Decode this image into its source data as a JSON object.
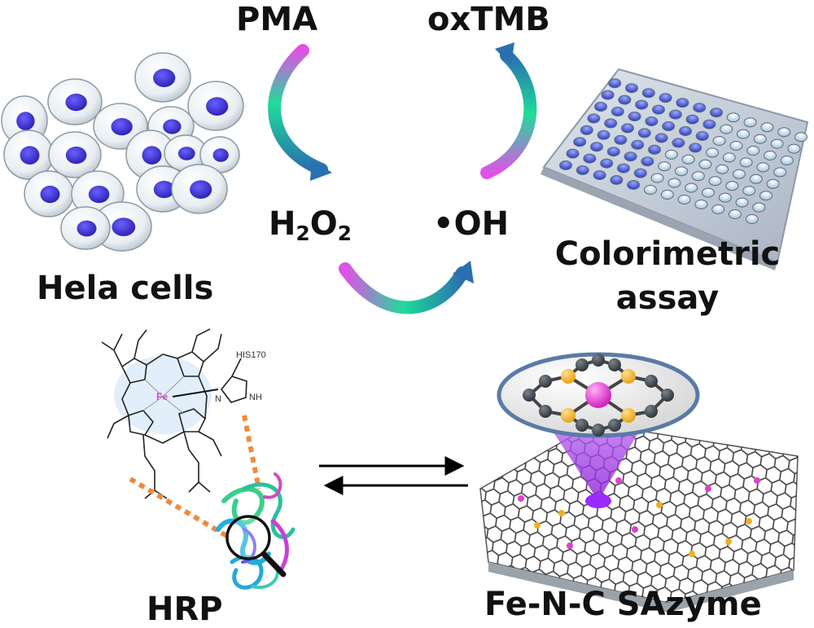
{
  "labels": {
    "pma": "PMA",
    "oxtmb": "oxTMB",
    "h2o2_main": "H",
    "h2o2_sub1": "2",
    "h2o2_mid": "O",
    "h2o2_sub2": "2",
    "oh_radical": "•OH",
    "hela_cells": "Hela cells",
    "colorimetric_line1": "Colorimetric",
    "colorimetric_line2": "assay",
    "hrp": "HRP",
    "sazyme": "Fe-N-C SAzyme",
    "his170": "HIS170",
    "fe_atom": "Fe",
    "n_atom": "N",
    "nh_group": "NH"
  },
  "colors": {
    "arrow_magenta": "#e052e6",
    "arrow_green": "#1fdc9a",
    "arrow_blue": "#2a6fb0",
    "nucleus": "#3a2fd0",
    "fe_pink": "#e040d0",
    "laser_purple": "#b43cf0",
    "helix_dashed": "#f08a3a"
  }
}
